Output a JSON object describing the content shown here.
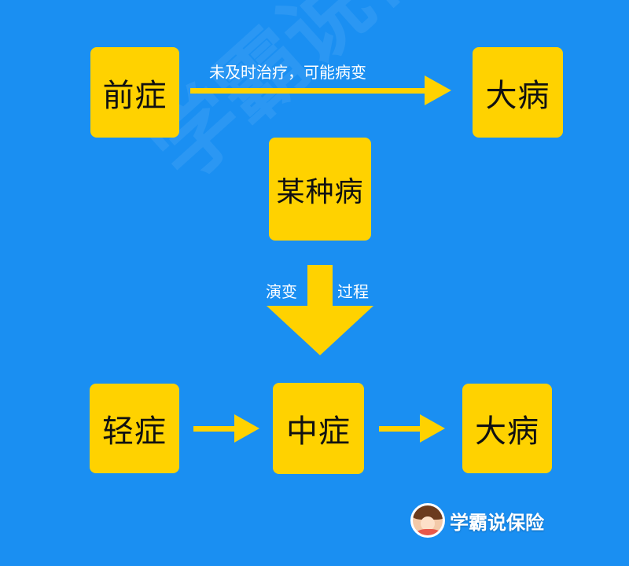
{
  "watermark": "学霸说保险",
  "nodes": {
    "precursor": "前症",
    "major_top": "大病",
    "disease": "某种病",
    "mild": "轻症",
    "moderate": "中症",
    "major_bottom": "大病"
  },
  "labels": {
    "top_arrow": "未及时治疗，可能病变",
    "evolution_left": "演变",
    "evolution_right": "过程"
  },
  "brand": {
    "name": "学霸说保险"
  },
  "colors": {
    "background": "#1a8ff2",
    "box": "#ffd200",
    "text": "#111111",
    "label": "#ffffff"
  }
}
